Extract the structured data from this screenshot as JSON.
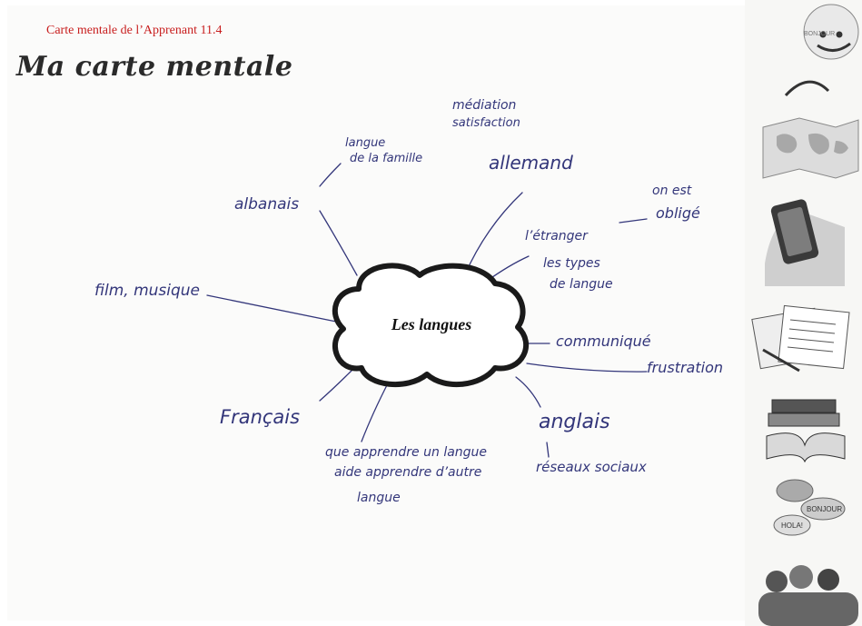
{
  "header": {
    "reference": "Carte mentale de l’Apprenant 11.4",
    "title": "Ma carte mentale"
  },
  "center": {
    "label": "Les langues"
  },
  "branches": {
    "albanais": "albanais",
    "langue_famille_1": "langue",
    "langue_famille_2": "de la famille",
    "mediation_1": "médiation",
    "mediation_2": "satisfaction",
    "allemand": "allemand",
    "on_est_1": "on est",
    "on_est_2": "obligé",
    "etranger": "l’étranger",
    "types_1": "les types",
    "types_2": "de langue",
    "film_musique": "film, musique",
    "communique": "communiqué",
    "frustration": "frustration",
    "francais": "Français",
    "anglais": "anglais",
    "reseaux": "réseaux sociaux",
    "apprendre_1": "que apprendre un langue",
    "apprendre_2": "aide apprendre d’autre",
    "apprendre_3": "langue"
  },
  "rail": {
    "bonjour_tag": "BONJOUR",
    "bubble_bonjour": "BONJOUR",
    "bubble_hola": "HOLA!",
    "icons": [
      "face-icon",
      "world-map-icon",
      "phone-icon",
      "papers-icon",
      "books-icon",
      "speech-bubbles-icon",
      "people-icon"
    ]
  },
  "colors": {
    "ink": "#33367a",
    "reference": "#c81e1e",
    "cloud": "#1a1a1a"
  }
}
